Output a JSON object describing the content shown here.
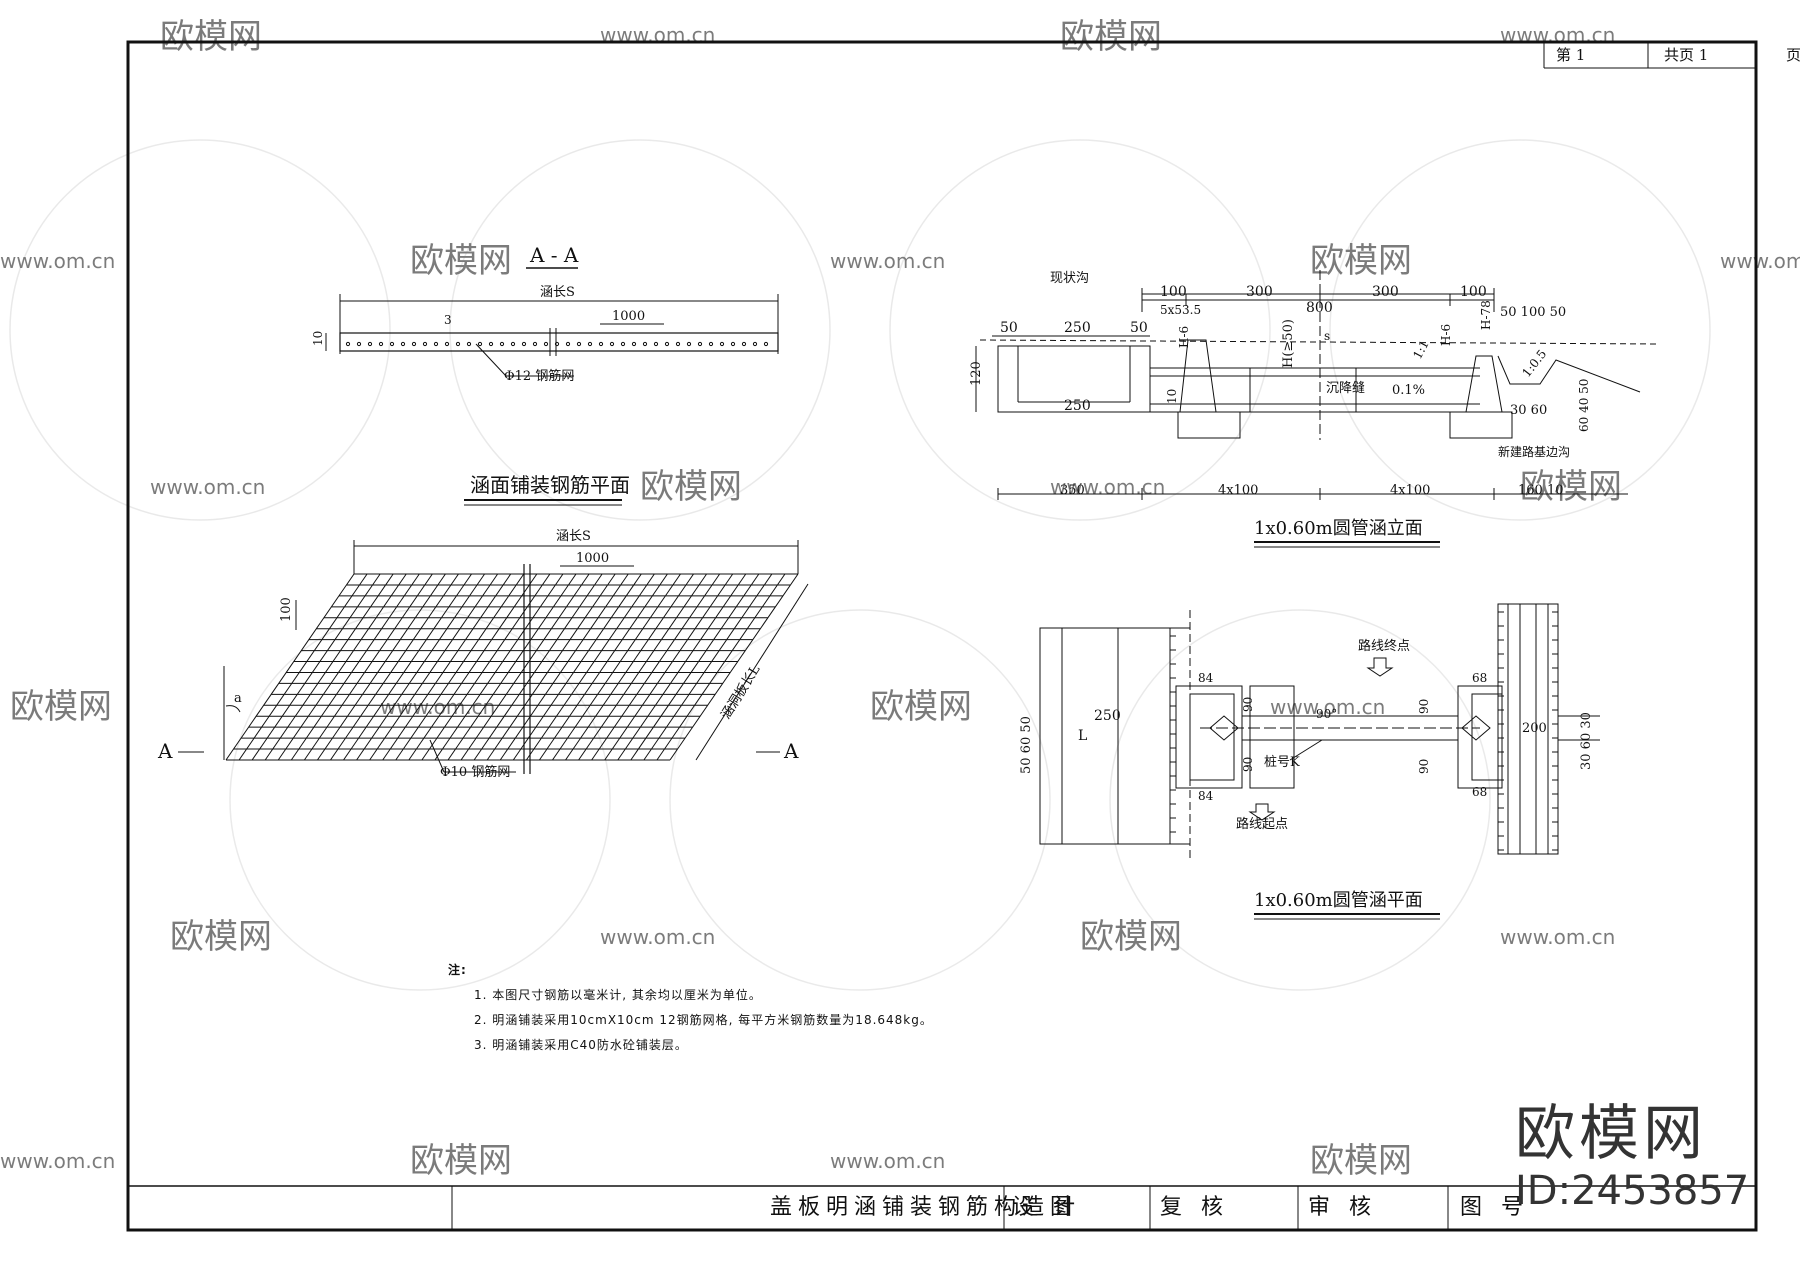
{
  "page": {
    "no_label": "第  1",
    "total_label": "共页 1",
    "side_label": "页"
  },
  "title_block": {
    "drawing_title": "盖板明涵铺装钢筋构造图",
    "design": "设  计",
    "check": "复  核",
    "review": "审  核",
    "drawing_no": "图  号"
  },
  "section_aa": {
    "title": "A - A",
    "length_label": "涵长S",
    "dim_1000": "1000",
    "dim_3": "3",
    "dim_10": "10",
    "rebar_label": "Φ12 钢筋网"
  },
  "plan_rebar": {
    "title": "涵面铺装钢筋平面",
    "length_label": "涵长S",
    "dim_1000": "1000",
    "dim_100": "100",
    "angle": "a",
    "slab_length": "涵洞板长L",
    "rebar_label": "Φ10 钢筋网",
    "sec_left": "A",
    "sec_right": "A"
  },
  "elevation": {
    "title": "1x0.60m圆管涵立面",
    "existing_ditch": "现状沟",
    "d800": "800",
    "d100a": "100",
    "d300a": "300",
    "d300b": "300",
    "d100b": "100",
    "d50a": "50",
    "d250a": "250",
    "d50b": "50",
    "d53": "5x53.5",
    "d120": "120",
    "d250b": "250",
    "d10": "10",
    "h_label": "H(≥50)",
    "h6a": "H-6",
    "h6b": "H-6",
    "h78": "H-78",
    "slope1": "1:1",
    "slope2": "1:0.5",
    "joint": "沉降缝",
    "grade": "0.1%",
    "d50_100_50": "50 100 50",
    "d30_60": "30 60",
    "d60_40_50": "60 40 50",
    "new_ditch": "新建路基边沟",
    "b350": "350",
    "b4x100a": "4x100",
    "b4x100b": "4x100",
    "b160": "160 10"
  },
  "plan_pipe": {
    "title": "1x0.60m圆管涵平面",
    "route_end": "路线终点",
    "route_start": "路线起点",
    "pile": "桩号K",
    "d84a": "84",
    "d84b": "84",
    "d90a": "90",
    "d90b": "90",
    "d90c": "90",
    "d90d": "90",
    "angle90": "90°",
    "d68a": "68",
    "d68b": "68",
    "d250": "250",
    "dl": "L",
    "d200": "200",
    "left_dims": "50 60 50",
    "right_dims": "30 60 30"
  },
  "notes": {
    "heading": "注:",
    "items": [
      "1. 本图尺寸钢筋以毫米计, 其余均以厘米为单位。",
      "2. 明涵铺装采用10cmX10cm  12钢筋网格, 每平方米钢筋数量为18.648kg。",
      "3. 明涵铺装采用C40防水砼铺装层。"
    ]
  },
  "watermark": {
    "brand": "欧模网",
    "url": "www.om.cn",
    "id": "ID:2453857"
  }
}
